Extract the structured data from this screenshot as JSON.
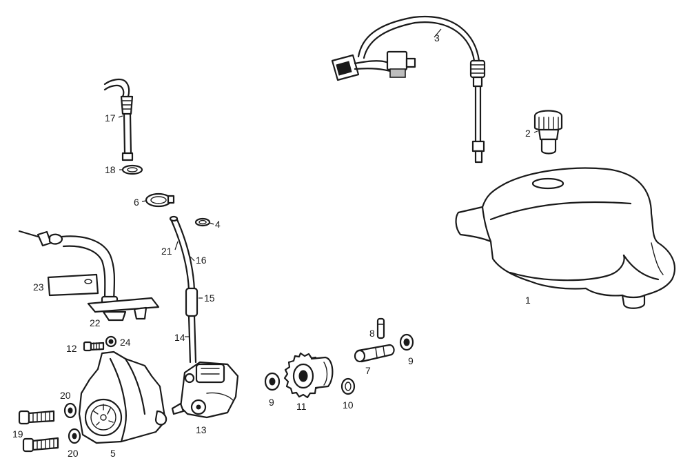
{
  "colors": {
    "ink": "#1a1a1a",
    "paper": "#ffffff",
    "shade": "#bdbdbd"
  },
  "callouts": {
    "c1": "1",
    "c2": "2",
    "c3": "3",
    "c4": "4",
    "c5": "5",
    "c6": "6",
    "c7": "7",
    "c8": "8",
    "c9a": "9",
    "c9b": "9",
    "c10": "10",
    "c11": "11",
    "c12": "12",
    "c13": "13",
    "c14": "14",
    "c15": "15",
    "c16": "16",
    "c17": "17",
    "c18": "18",
    "c19": "19",
    "c20a": "20",
    "c20b": "20",
    "c21": "21",
    "c22": "22",
    "c23": "23",
    "c24": "24"
  }
}
